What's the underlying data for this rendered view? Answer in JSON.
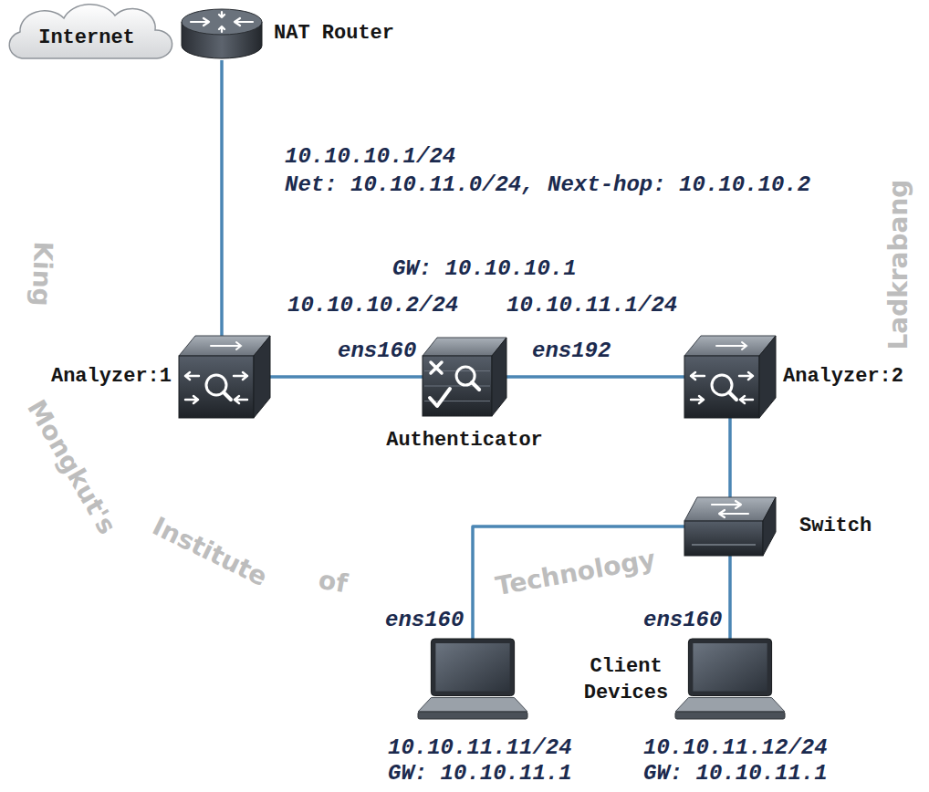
{
  "diagram": {
    "nodes": [
      {
        "text": [
          "Internet"
        ]
      },
      {
        "text": [
          "NAT Router"
        ]
      },
      {
        "text": [
          "Analyzer:1"
        ]
      },
      {
        "text": [
          "Authenticator"
        ]
      },
      {
        "text": [
          "Analyzer:2"
        ]
      },
      {
        "text": [
          "Switch"
        ]
      },
      {
        "text": [
          "10.10.11.11/24",
          "GW: 10.10.11.1"
        ]
      },
      {
        "text": [
          "10.10.11.12/24",
          "GW: 10.10.11.1"
        ]
      }
    ],
    "edges": [
      {
        "from": 1,
        "to": 2,
        "arrow": "none"
      },
      {
        "from": 2,
        "to": 3,
        "arrow": "none"
      },
      {
        "from": 3,
        "to": 4,
        "arrow": "none"
      },
      {
        "from": 4,
        "to": 5,
        "arrow": "none"
      },
      {
        "from": 5,
        "to": 6,
        "arrow": "none"
      },
      {
        "from": 5,
        "to": 7,
        "arrow": "none"
      }
    ],
    "labels": [
      "10.10.10.1/24",
      "Net: 10.10.11.0/24, Next-hop: 10.10.10.2",
      "GW: 10.10.10.1",
      "10.10.10.2/24",
      "10.10.11.1/24",
      "ens160",
      "ens192",
      "ens160",
      "ens160",
      "Client Devices",
      "King",
      "Mongkut's",
      "Institute",
      "of",
      "Technology",
      "Ladkrabang"
    ]
  }
}
